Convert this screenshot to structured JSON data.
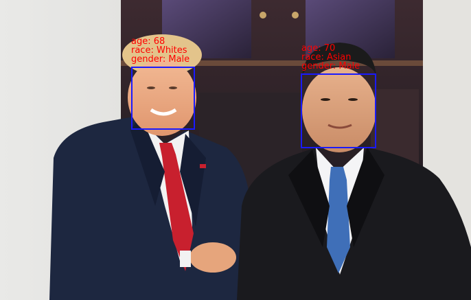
{
  "annotation_color": "#1a1aff",
  "label_color": "#ff0000",
  "detections": [
    {
      "age_text": "age: 68",
      "race_text": "race: Whites",
      "gender_text": "gender: Male"
    },
    {
      "age_text": "age: 70",
      "race_text": "race: Asian",
      "gender_text": "gender: Male"
    }
  ]
}
